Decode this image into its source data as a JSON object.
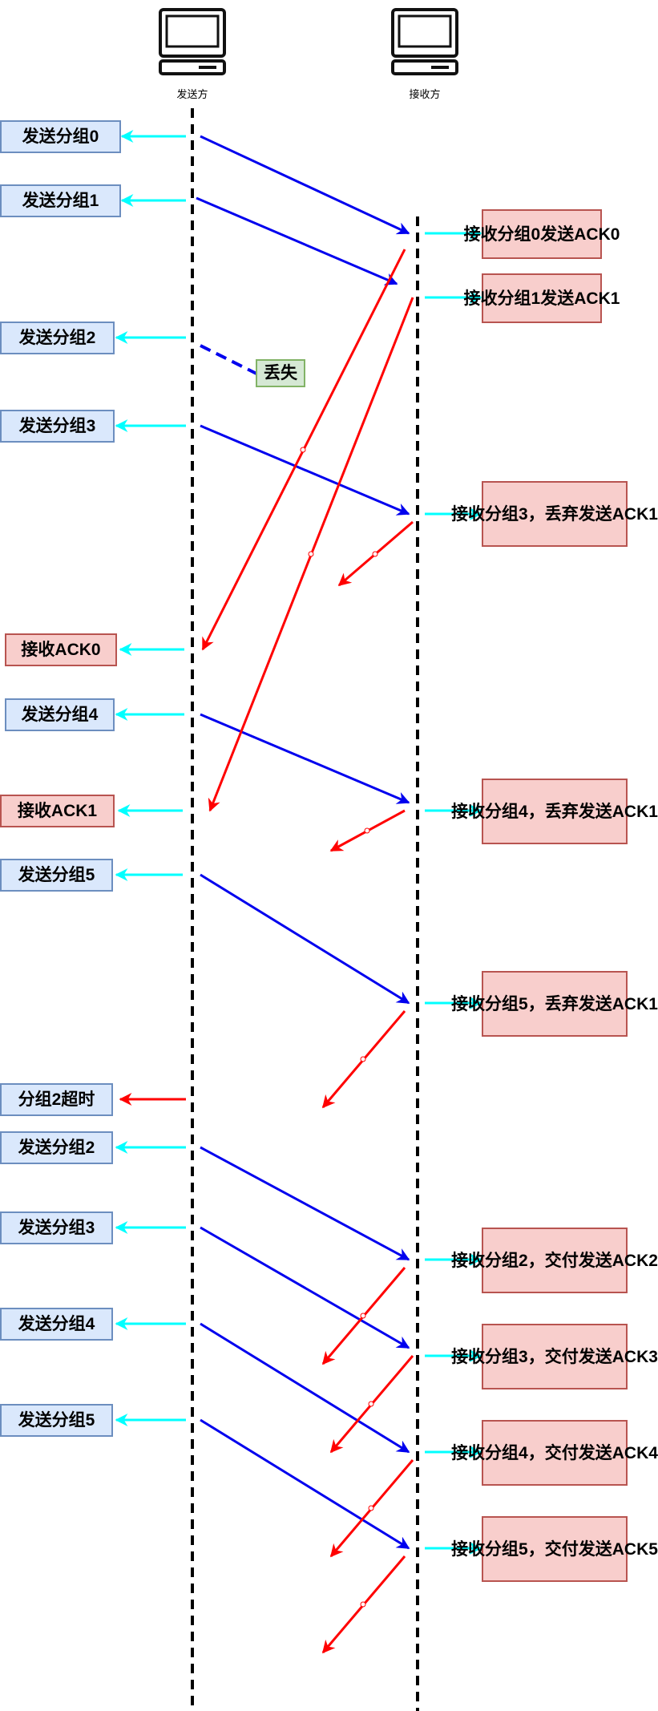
{
  "participants": {
    "sender": "发送方",
    "receiver": "接收方"
  },
  "sender_events": [
    "发送分组0",
    "发送分组1",
    "发送分组2",
    "发送分组3",
    "接收ACK0",
    "发送分组4",
    "接收ACK1",
    "发送分组5",
    "分组2超时",
    "发送分组2",
    "发送分组3",
    "发送分组4",
    "发送分组5"
  ],
  "lost_label": "丢失",
  "receiver_events": [
    {
      "line1": "接收分组0",
      "line2": "发送ACK0"
    },
    {
      "line1": "接收分组1",
      "line2": "发送ACK1"
    },
    {
      "line1": "接收分组3，丢弃",
      "line2": "发送ACK1"
    },
    {
      "line1": "接收分组4，丢弃",
      "line2": "发送ACK1"
    },
    {
      "line1": "接收分组5，丢弃",
      "line2": "发送ACK1"
    },
    {
      "line1": "接收分组2，交付",
      "line2": "发送ACK2"
    },
    {
      "line1": "接收分组3，交付",
      "line2": "发送ACK3"
    },
    {
      "line1": "接收分组4，交付",
      "line2": "发送ACK4"
    },
    {
      "line1": "接收分组5，交付",
      "line2": "发送ACK5"
    }
  ],
  "colors": {
    "data_arrow": "#0000ee",
    "ack_arrow": "#ff0000",
    "event_arrow": "#00ffff",
    "timeout_arrow": "#ff0000",
    "lifeline": "#000000"
  }
}
